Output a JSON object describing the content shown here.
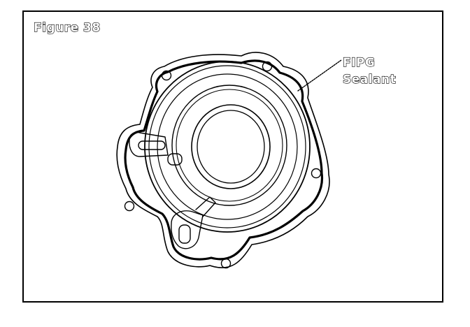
{
  "figure": {
    "title": "Figure 38",
    "callout": {
      "line1": "FIPG",
      "line2": "Sealant"
    }
  },
  "colors": {
    "ink": "#000000",
    "paper": "#ffffff"
  }
}
